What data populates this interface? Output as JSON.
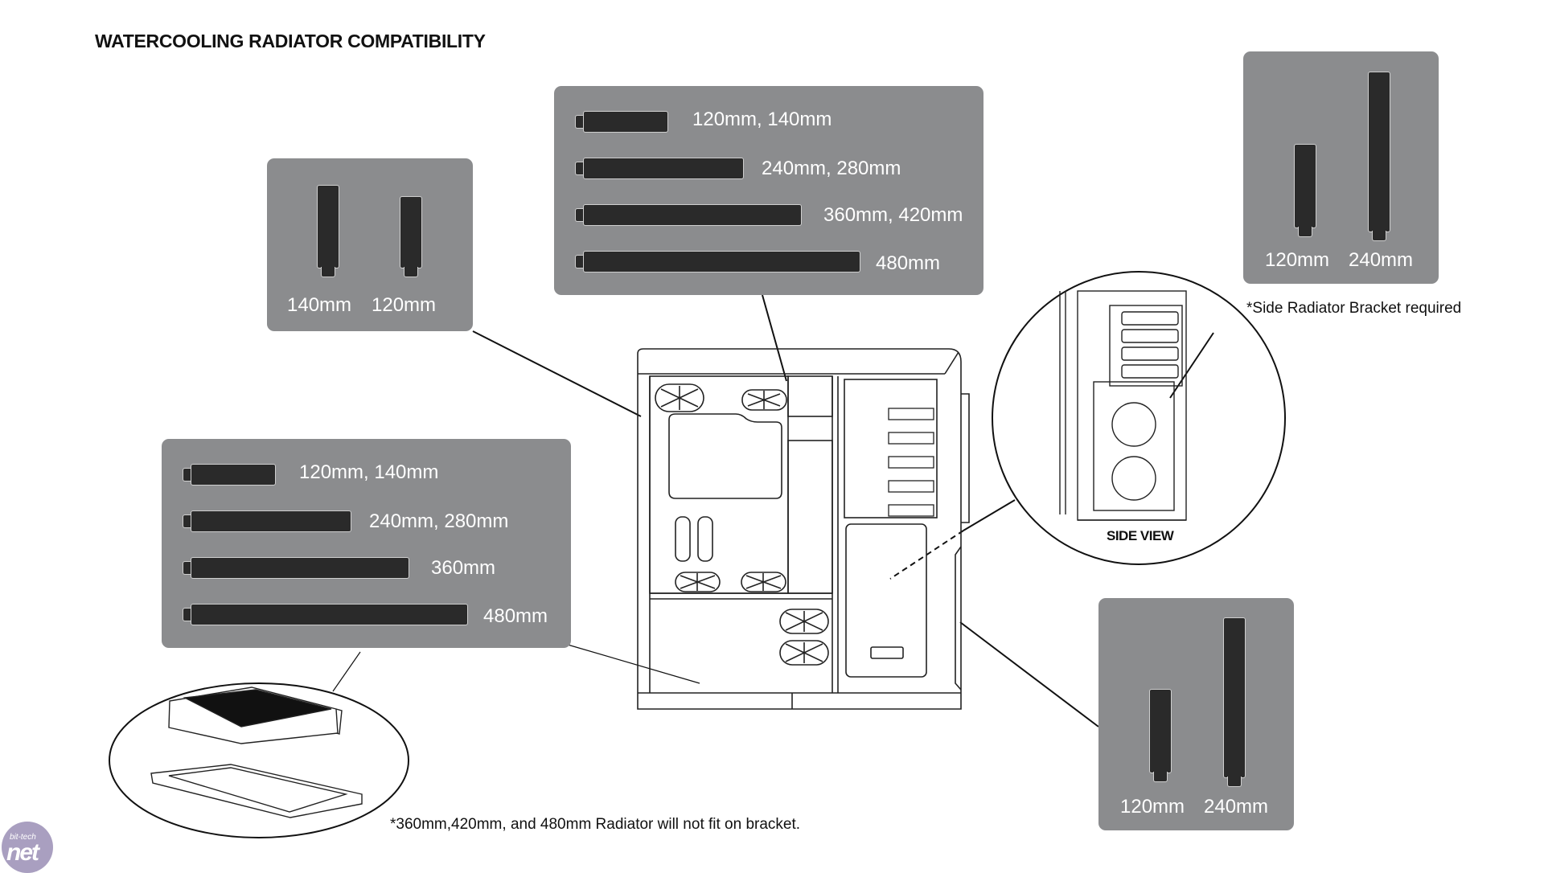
{
  "title": "WATERCOOLING RADIATOR COMPATIBILITY",
  "colors": {
    "panel": "#8b8c8e",
    "radiator": "#2a2a2a",
    "radiator_outline": "#cfcfcf",
    "label": "#ffffff",
    "line": "#111111",
    "logo": "#a99fc0"
  },
  "panels": {
    "top_center": {
      "location": "top",
      "orientation": "horizontal",
      "items": [
        {
          "label": "120mm, 140mm"
        },
        {
          "label": "240mm, 280mm"
        },
        {
          "label": "360mm, 420mm"
        },
        {
          "label": "480mm"
        }
      ]
    },
    "top_left": {
      "location": "front",
      "orientation": "vertical",
      "items": [
        {
          "label": "140mm"
        },
        {
          "label": "120mm"
        }
      ]
    },
    "top_right": {
      "location": "side",
      "orientation": "vertical",
      "items": [
        {
          "label": "120mm"
        },
        {
          "label": "240mm"
        }
      ],
      "note": "*Side Radiator Bracket required"
    },
    "bottom_left": {
      "location": "bottom",
      "orientation": "horizontal",
      "items": [
        {
          "label": "120mm, 140mm"
        },
        {
          "label": "240mm, 280mm"
        },
        {
          "label": "360mm"
        },
        {
          "label": "480mm"
        }
      ],
      "note": "*360mm,420mm, and 480mm Radiator will not fit on bracket."
    },
    "bottom_right": {
      "location": "rear",
      "orientation": "vertical",
      "items": [
        {
          "label": "120mm"
        },
        {
          "label": "240mm"
        }
      ]
    }
  },
  "side_view": {
    "label": "SIDE VIEW"
  },
  "watermark": {
    "small": "bit-tech",
    "big": "net"
  }
}
